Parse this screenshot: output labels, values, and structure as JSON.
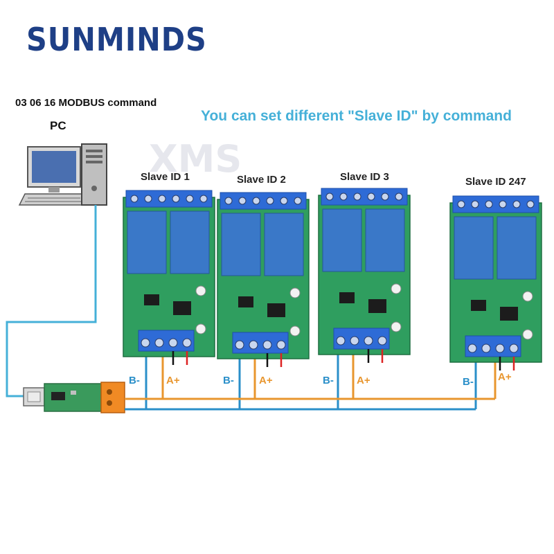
{
  "brand": "SUNMINDS",
  "watermark": "XMS",
  "command_text": "03 06 16 MODBUS command",
  "pc_label": "PC",
  "headline": "You can set different \"Slave ID\" by command",
  "slaves": [
    {
      "label": "Slave ID 1"
    },
    {
      "label": "Slave ID 2"
    },
    {
      "label": "Slave ID 3"
    },
    {
      "label": "Slave ID 247"
    }
  ],
  "wire_labels": {
    "b": "B-",
    "a": "A+"
  },
  "colors": {
    "brand": "#1e3f86",
    "headline": "#45b0d8",
    "wire_b": "#2a8fc9",
    "wire_a": "#e8962e",
    "board": "#2f9e5f",
    "relay": "#3a78c8",
    "terminal": "#2e6bd6"
  },
  "icons": {
    "pc": "desktop-computer-icon",
    "adapter": "usb-rs485-adapter-icon"
  }
}
